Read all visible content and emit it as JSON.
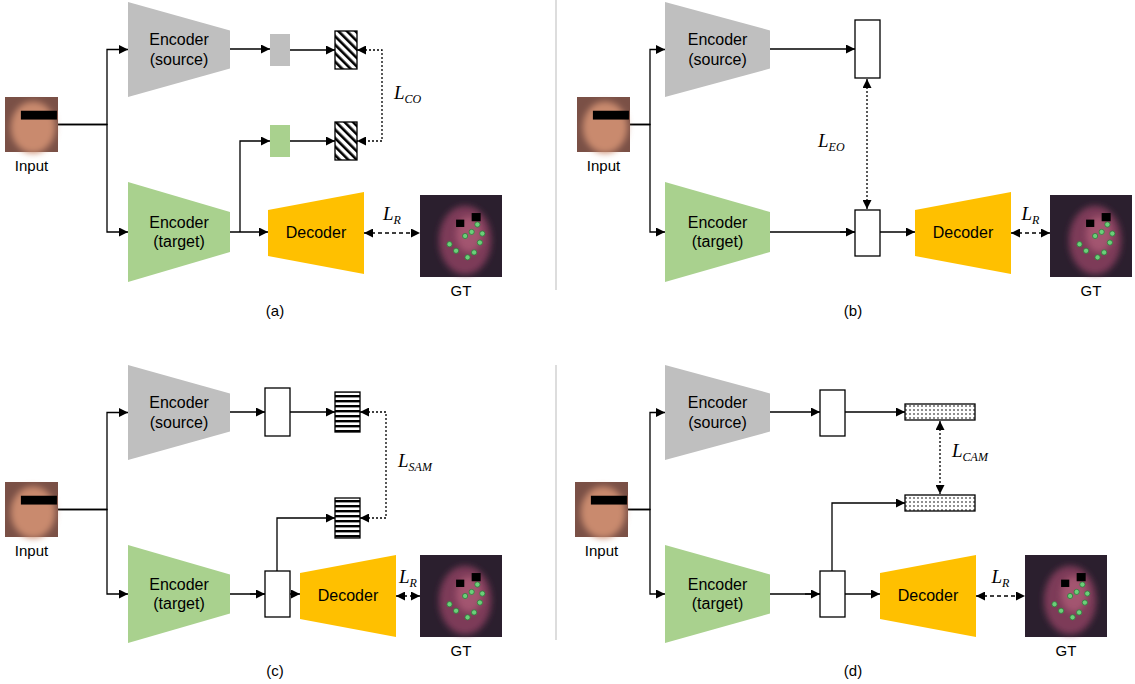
{
  "diagram": {
    "nodes": [
      {
        "text": [
          "Input"
        ]
      },
      {
        "text": [
          "Encoder (source)"
        ]
      },
      {
        "text": [
          "Encoder (target)"
        ]
      },
      {
        "text": [
          "Decoder"
        ]
      },
      {
        "text": [
          "GT"
        ]
      },
      {
        "text": [
          "Input"
        ]
      },
      {
        "text": [
          "Encoder (source)"
        ]
      },
      {
        "text": [
          "Encoder (target)"
        ]
      },
      {
        "text": [
          "Decoder"
        ]
      },
      {
        "text": [
          "GT"
        ]
      },
      {
        "text": [
          "Input"
        ]
      },
      {
        "text": [
          "Encoder (source)"
        ]
      },
      {
        "text": [
          "Encoder (target)"
        ]
      },
      {
        "text": [
          "Decoder"
        ]
      },
      {
        "text": [
          "GT"
        ]
      },
      {
        "text": [
          "Input"
        ]
      },
      {
        "text": [
          "Encoder (source)"
        ]
      },
      {
        "text": [
          "Encoder (target)"
        ]
      },
      {
        "text": [
          "Decoder"
        ]
      },
      {
        "text": [
          "GT"
        ]
      }
    ],
    "edges": [
      {
        "from": 0,
        "to": 1,
        "arrow": "to"
      },
      {
        "from": 0,
        "to": 2,
        "arrow": "to"
      },
      {
        "from": 2,
        "to": 3,
        "arrow": "to"
      },
      {
        "from": 3,
        "to": 4,
        "label": "LR",
        "arrow": "both"
      },
      {
        "from": 5,
        "to": 6,
        "arrow": "to"
      },
      {
        "from": 5,
        "to": 7,
        "arrow": "to"
      },
      {
        "from": 7,
        "to": 8,
        "arrow": "to"
      },
      {
        "from": 8,
        "to": 9,
        "label": "LR",
        "arrow": "both"
      },
      {
        "from": 10,
        "to": 11,
        "arrow": "to"
      },
      {
        "from": 10,
        "to": 12,
        "arrow": "to"
      },
      {
        "from": 12,
        "to": 13,
        "arrow": "to"
      },
      {
        "from": 13,
        "to": 14,
        "label": "LR",
        "arrow": "both"
      },
      {
        "from": 15,
        "to": 16,
        "arrow": "to"
      },
      {
        "from": 15,
        "to": 17,
        "arrow": "to"
      },
      {
        "from": 17,
        "to": 18,
        "arrow": "to"
      },
      {
        "from": 18,
        "to": 19,
        "label": "LR",
        "arrow": "both"
      }
    ],
    "labels": [
      "LCO",
      "(a)",
      "LEO",
      "(b)",
      "LSAM",
      "(c)",
      "LCAM",
      "(d)"
    ]
  }
}
